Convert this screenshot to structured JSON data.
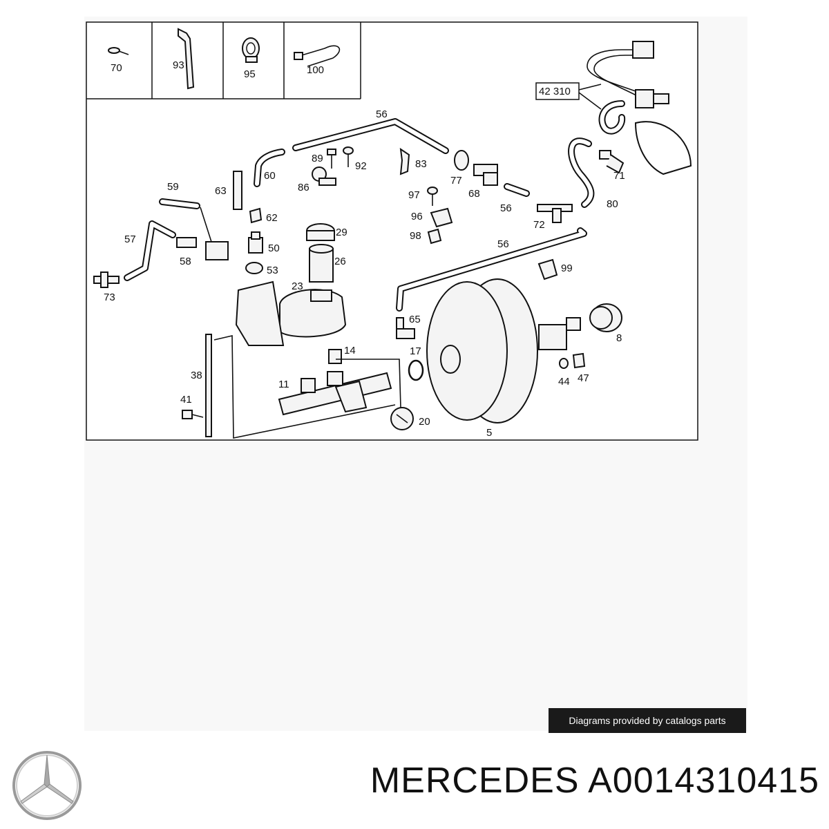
{
  "callouts": {
    "c70": "70",
    "c93": "93",
    "c95": "95",
    "c100": "100",
    "c42310": "42 310",
    "c56a": "56",
    "c56b": "56",
    "c56c": "56",
    "c89": "89",
    "c92": "92",
    "c83": "83",
    "c77": "77",
    "c60": "60",
    "c86": "86",
    "c63": "63",
    "c59": "59",
    "c68": "68",
    "c71": "71",
    "c97": "97",
    "c80": "80",
    "c62": "62",
    "c96": "96",
    "c72": "72",
    "c29": "29",
    "c57": "57",
    "c50": "50",
    "c98": "98",
    "c58": "58",
    "c26": "26",
    "c53": "53",
    "c99": "99",
    "c73": "73",
    "c23": "23",
    "c65": "65",
    "c8": "8",
    "c14": "14",
    "c17": "17",
    "c38": "38",
    "c44": "44",
    "c47": "47",
    "c11": "11",
    "c41": "41",
    "c20": "20",
    "c5": "5"
  },
  "watermark": "Diagrams provided by catalogs parts",
  "footer": {
    "brand": "MERCEDES",
    "part_number": "A0014310415",
    "logo_icon": "mercedes-star-logo-icon"
  }
}
